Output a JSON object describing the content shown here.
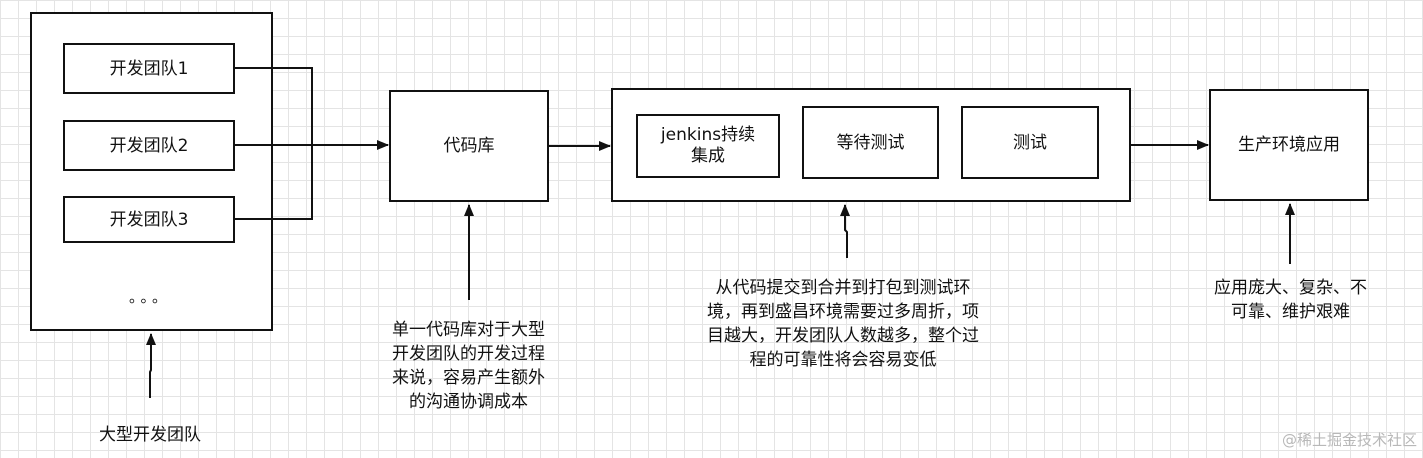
{
  "left_group": {
    "teams": [
      "开发团队1",
      "开发团队2",
      "开发团队3"
    ],
    "ellipsis": "。。。",
    "caption": "大型开发团队"
  },
  "repo": {
    "label": "代码库",
    "note": "单一代码库对于大型\n开发团队的开发过程\n来说，容易产生额外\n的沟通协调成本"
  },
  "pipeline": {
    "stages": [
      "jenkins持续\n集成",
      "等待测试",
      "测试"
    ],
    "note": "从代码提交到合并到打包到测试环\n境，再到盛昌环境需要过多周折，项\n目越大，开发团队人数越多，整个过\n程的可靠性将会容易变低"
  },
  "production": {
    "label": "生产环境应用",
    "note": "应用庞大、复杂、不\n可靠、维护艰难"
  },
  "watermark": "@稀土掘金技术社区",
  "colors": {
    "stroke": "#111111",
    "grid": "#e4e4e4",
    "watermark": "#b8b8b8"
  }
}
